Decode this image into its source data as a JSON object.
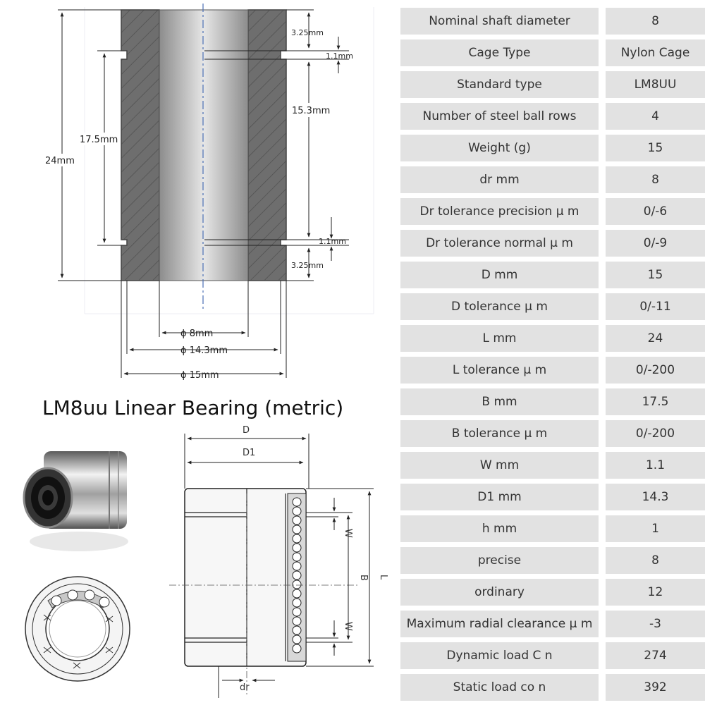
{
  "title": "LM8uu Linear Bearing (metric)",
  "section_dims": {
    "groove_top": "3.25mm",
    "w_top": "1.1mm",
    "mid": "15.3mm",
    "w_bottom": "1.1mm",
    "groove_bottom": "3.25mm",
    "b": "17.5mm",
    "l": "24mm",
    "dr": "ϕ 8mm",
    "d1": "ϕ 14.3mm",
    "d": "ϕ 15mm"
  },
  "side_labels": {
    "d": "D",
    "d1": "D1",
    "w_top": "W",
    "b": "B",
    "w_bottom": "W",
    "l": "L",
    "dr": "dr"
  },
  "specs": [
    {
      "name": "Nominal shaft diameter",
      "value": "8"
    },
    {
      "name": "Cage Type",
      "value": "Nylon Cage"
    },
    {
      "name": "Standard type",
      "value": "LM8UU"
    },
    {
      "name": "Number of steel ball rows",
      "value": "4"
    },
    {
      "name": "Weight (g)",
      "value": "15"
    },
    {
      "name": "dr mm",
      "value": "8"
    },
    {
      "name": "Dr tolerance precision μ m",
      "value": "0/-6"
    },
    {
      "name": "Dr tolerance normal μ m",
      "value": "0/-9"
    },
    {
      "name": "D mm",
      "value": "15"
    },
    {
      "name": "D tolerance μ m",
      "value": "0/-11"
    },
    {
      "name": "L mm",
      "value": "24"
    },
    {
      "name": "L tolerance μ m",
      "value": "0/-200"
    },
    {
      "name": "B mm",
      "value": "17.5"
    },
    {
      "name": "B tolerance μ m",
      "value": "0/-200"
    },
    {
      "name": "W mm",
      "value": "1.1"
    },
    {
      "name": "D1 mm",
      "value": "14.3"
    },
    {
      "name": "h mm",
      "value": "1"
    },
    {
      "name": "precise",
      "value": "8"
    },
    {
      "name": "ordinary",
      "value": "12"
    },
    {
      "name": "Maximum radial clearance μ m",
      "value": "-3"
    },
    {
      "name": "Dynamic load C n",
      "value": "274"
    },
    {
      "name": "Static load co n",
      "value": "392"
    }
  ]
}
